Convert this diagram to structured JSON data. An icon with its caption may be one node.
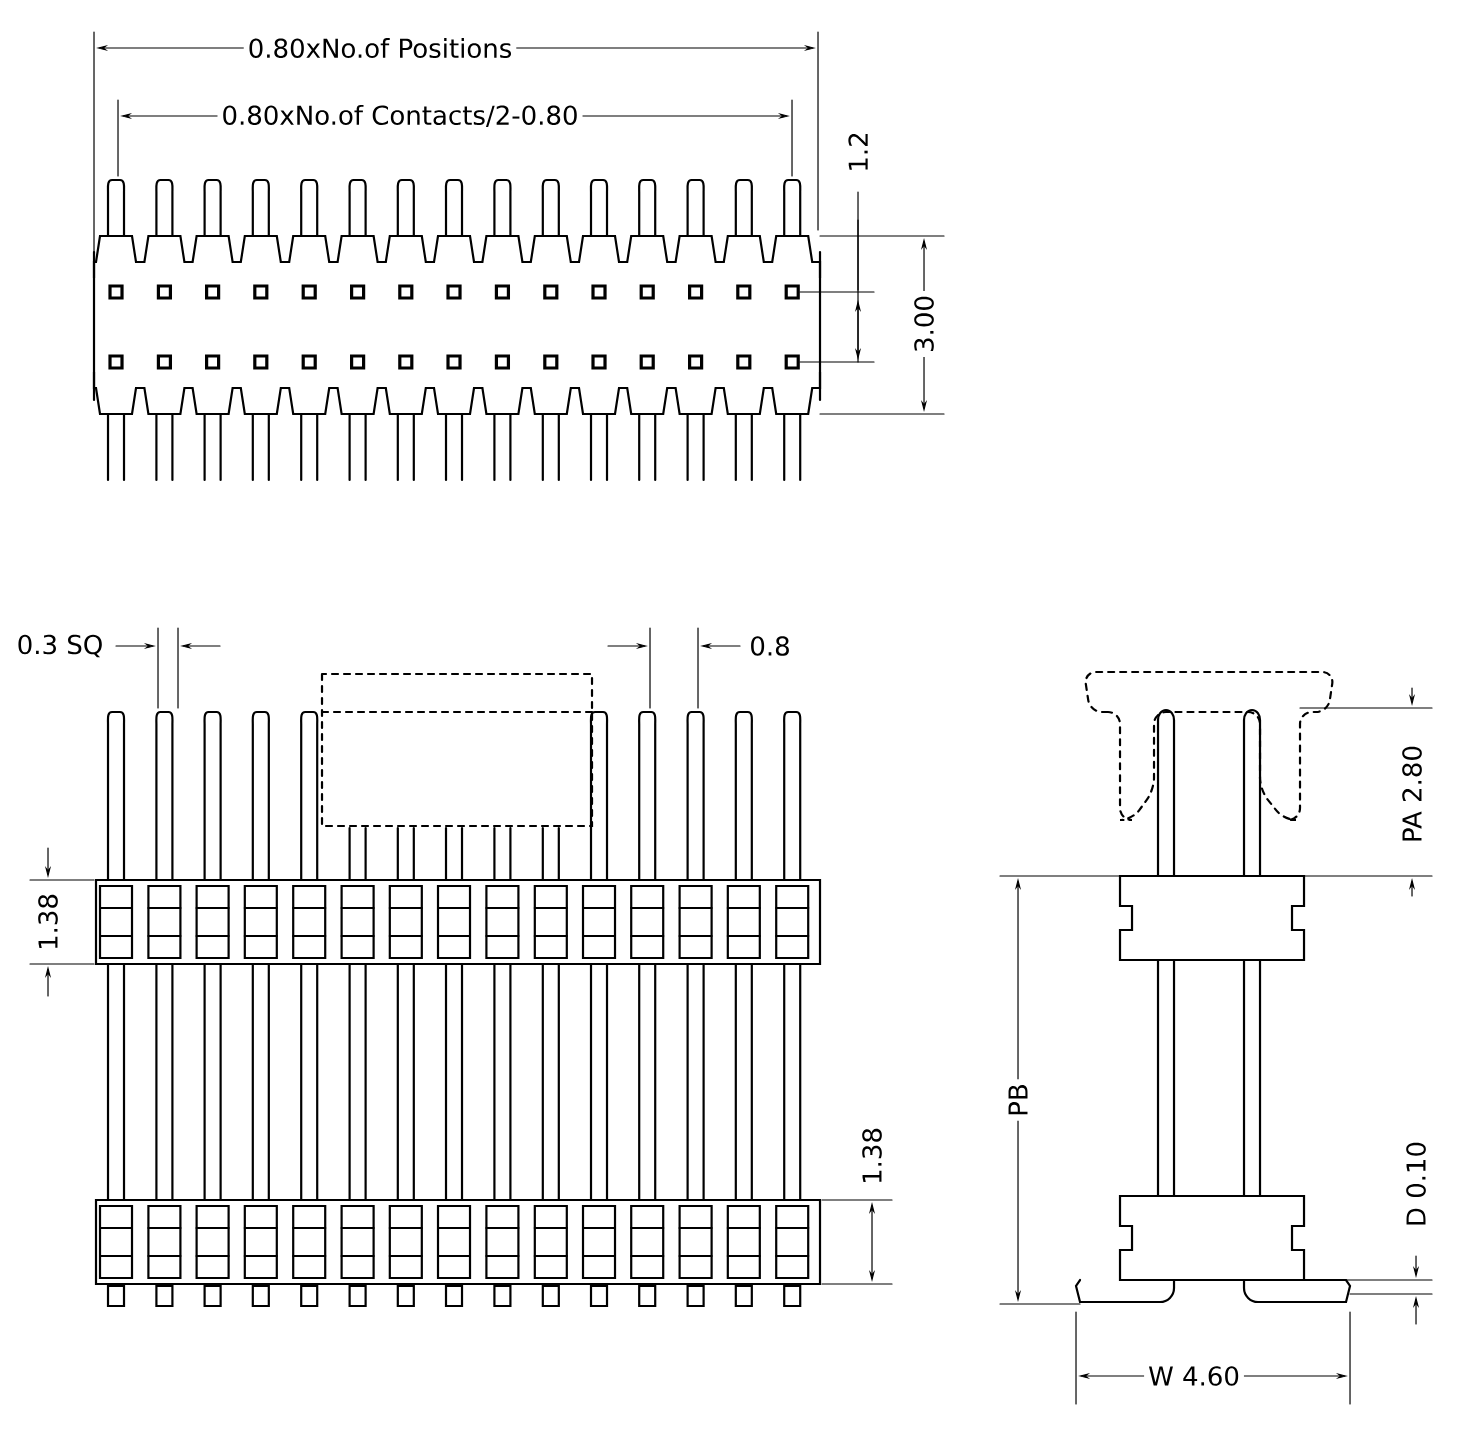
{
  "diagram": {
    "labels": [
      "0.80xNo.of Positions",
      "0.80xNo.of Contacts/2-0.80",
      "1.2",
      "3.00",
      "0.3 SQ",
      "0.8",
      "1.38",
      "1.38",
      "PA 2.80",
      "PB",
      "D 0.10",
      "W 4.60"
    ]
  }
}
